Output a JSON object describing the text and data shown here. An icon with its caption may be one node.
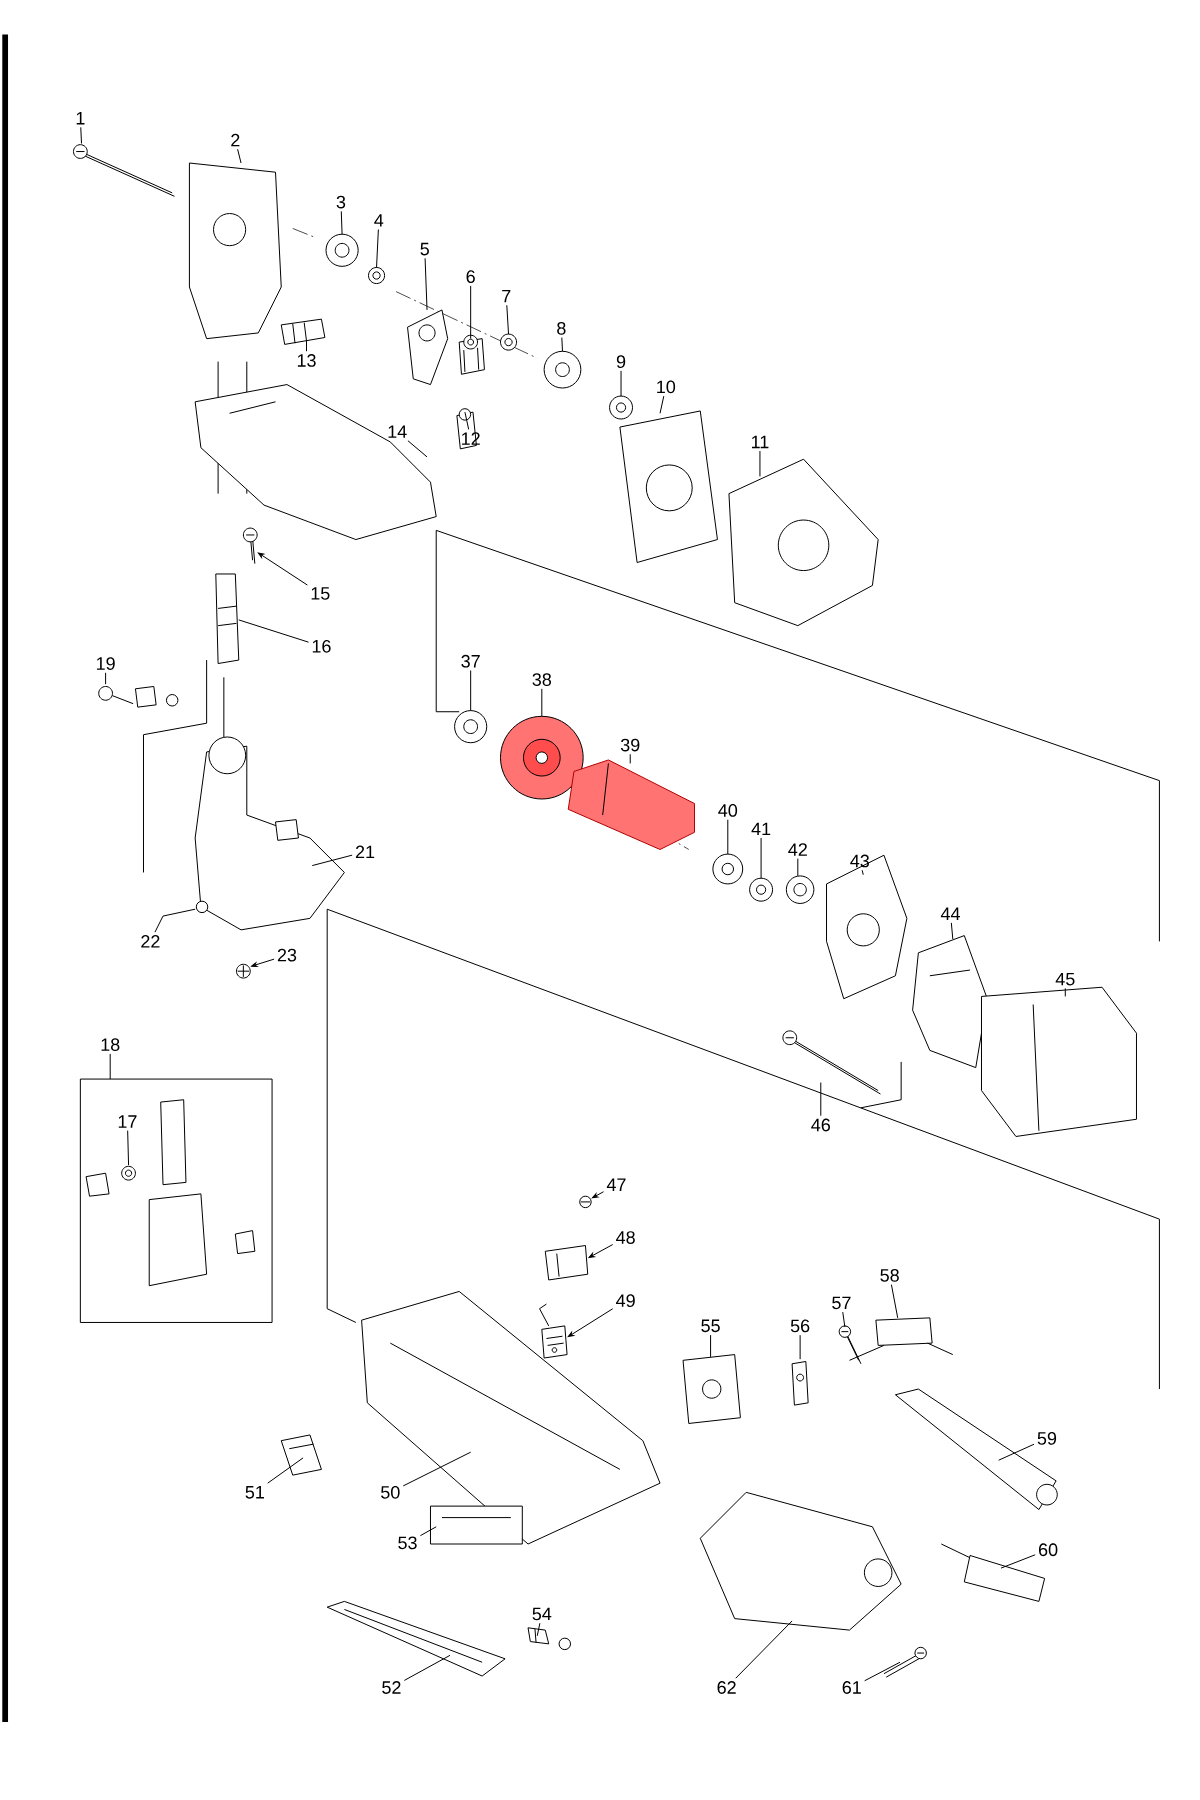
{
  "diagram": {
    "nodes": [
      {
        "text": [
          "1"
        ]
      },
      {
        "text": [
          "2"
        ]
      },
      {
        "text": [
          "3"
        ]
      },
      {
        "text": [
          "4"
        ]
      },
      {
        "text": [
          "5"
        ]
      },
      {
        "text": [
          "6"
        ]
      },
      {
        "text": [
          "7"
        ]
      },
      {
        "text": [
          "8"
        ]
      },
      {
        "text": [
          "9"
        ]
      },
      {
        "text": [
          "10"
        ]
      },
      {
        "text": [
          "11"
        ]
      },
      {
        "text": [
          "12"
        ]
      },
      {
        "text": [
          "13"
        ]
      },
      {
        "text": [
          "14"
        ]
      },
      {
        "text": [
          "15"
        ]
      },
      {
        "text": [
          "16"
        ]
      },
      {
        "text": [
          "17"
        ],
        "in": 95
      },
      {
        "text": [
          "18"
        ]
      },
      {
        "text": [
          "19"
        ]
      },
      {
        "text": [
          "21"
        ]
      },
      {
        "text": [
          "22"
        ]
      },
      {
        "text": [
          "23"
        ]
      },
      {
        "text": [
          "37"
        ]
      },
      {
        "text": [
          "38"
        ]
      },
      {
        "text": [
          "39"
        ]
      },
      {
        "text": [
          "40"
        ]
      },
      {
        "text": [
          "41"
        ]
      },
      {
        "text": [
          "42"
        ]
      },
      {
        "text": [
          "43"
        ]
      },
      {
        "text": [
          "44"
        ]
      },
      {
        "text": [
          "45"
        ]
      },
      {
        "text": [
          "46"
        ]
      },
      {
        "text": [
          "47"
        ]
      },
      {
        "text": [
          "48"
        ]
      },
      {
        "text": [
          "49"
        ]
      },
      {
        "text": [
          "50"
        ]
      },
      {
        "text": [
          "51"
        ]
      },
      {
        "text": [
          "52"
        ]
      },
      {
        "text": [
          "53"
        ]
      },
      {
        "text": [
          "54"
        ]
      },
      {
        "text": [
          "55"
        ]
      },
      {
        "text": [
          "56"
        ]
      },
      {
        "text": [
          "57"
        ]
      },
      {
        "text": [
          "58"
        ]
      },
      {
        "text": [
          "59"
        ]
      },
      {
        "text": [
          "60"
        ]
      },
      {
        "text": [
          "61"
        ]
      },
      {
        "text": [
          "62"
        ]
      },
      {
        "text": [],
        "shape": "picture"
      },
      {
        "text": [],
        "shape": "picture"
      },
      {
        "text": [],
        "shape": "picture"
      },
      {
        "text": [],
        "shape": "picture"
      },
      {
        "text": [],
        "shape": "picture"
      },
      {
        "text": [],
        "shape": "picture"
      },
      {
        "text": [],
        "shape": "picture"
      },
      {
        "text": [],
        "shape": "picture"
      },
      {
        "text": [],
        "shape": "picture"
      },
      {
        "text": [],
        "shape": "picture"
      },
      {
        "text": [],
        "shape": "picture"
      },
      {
        "text": [],
        "shape": "picture"
      },
      {
        "text": [],
        "shape": "picture"
      },
      {
        "text": [],
        "shape": "picture"
      },
      {
        "text": [],
        "shape": "picture"
      },
      {
        "text": [],
        "shape": "picture"
      },
      {
        "text": [],
        "shape": "picture",
        "in": 95
      },
      {
        "text": [],
        "shape": "picture"
      },
      {
        "text": [],
        "shape": "picture"
      },
      {
        "text": [],
        "shape": "picture"
      },
      {
        "text": [],
        "shape": "picture"
      },
      {
        "text": [],
        "shape": "picture"
      },
      {
        "text": [],
        "shape": "picture"
      },
      {
        "text": [],
        "shape": "picture"
      },
      {
        "text": [],
        "shape": "picture"
      },
      {
        "text": [],
        "shape": "picture"
      },
      {
        "text": [],
        "shape": "picture"
      },
      {
        "text": [],
        "shape": "picture"
      },
      {
        "text": [],
        "shape": "picture"
      },
      {
        "text": [],
        "shape": "picture"
      },
      {
        "text": [],
        "shape": "picture"
      },
      {
        "text": [],
        "shape": "picture"
      },
      {
        "text": [],
        "shape": "picture"
      },
      {
        "text": [],
        "shape": "picture"
      },
      {
        "text": [],
        "shape": "picture"
      },
      {
        "text": [],
        "shape": "picture"
      },
      {
        "text": [],
        "shape": "picture"
      },
      {
        "text": [],
        "shape": "picture"
      },
      {
        "text": [],
        "shape": "picture"
      },
      {
        "text": [],
        "shape": "picture"
      },
      {
        "text": [],
        "shape": "picture"
      },
      {
        "text": [],
        "shape": "picture"
      },
      {
        "text": [],
        "shape": "picture"
      },
      {
        "text": [],
        "shape": "picture"
      },
      {
        "text": [],
        "shape": "picture"
      },
      {
        "text": [],
        "shape": "picture"
      },
      {
        "text": [],
        "shape": "picture"
      },
      {
        "text": [],
        "shape": "picture"
      }
    ],
    "edges": [
      {
        "from": 0,
        "to": 48,
        "arrow": "none"
      },
      {
        "from": 1,
        "to": 49,
        "arrow": "none"
      },
      {
        "from": 2,
        "to": 50,
        "arrow": "none"
      },
      {
        "from": 3,
        "to": 51,
        "arrow": "none"
      },
      {
        "from": 4,
        "to": 52,
        "arrow": "none"
      },
      {
        "from": 5,
        "to": 53,
        "arrow": "none"
      },
      {
        "from": 6,
        "to": 54,
        "arrow": "none"
      },
      {
        "from": 7,
        "to": 55,
        "arrow": "none"
      },
      {
        "from": 8,
        "to": 56,
        "arrow": "none"
      },
      {
        "from": 9,
        "to": 57,
        "arrow": "none"
      },
      {
        "from": 10,
        "to": 58,
        "arrow": "none"
      },
      {
        "from": 11,
        "to": 59,
        "arrow": "none"
      },
      {
        "from": 12,
        "to": 60,
        "arrow": "none"
      },
      {
        "from": 13,
        "to": 61,
        "arrow": "none"
      },
      {
        "from": 14,
        "to": 62,
        "arrow": "to"
      },
      {
        "from": 15,
        "to": 63,
        "arrow": "none"
      },
      {
        "from": 16,
        "to": 64,
        "arrow": "none"
      },
      {
        "from": 17,
        "to": 95,
        "arrow": "none"
      },
      {
        "from": 18,
        "to": 65,
        "arrow": "none"
      },
      {
        "from": 19,
        "to": 66,
        "arrow": "none"
      },
      {
        "from": 20,
        "to": 67,
        "arrow": "none"
      },
      {
        "from": 21,
        "to": 68,
        "arrow": "to"
      },
      {
        "from": 22,
        "to": 69,
        "arrow": "none"
      },
      {
        "from": 23,
        "to": 70,
        "arrow": "none"
      },
      {
        "from": 24,
        "to": 71,
        "arrow": "none"
      },
      {
        "from": 25,
        "to": 72,
        "arrow": "none"
      },
      {
        "from": 26,
        "to": 73,
        "arrow": "none"
      },
      {
        "from": 27,
        "to": 74,
        "arrow": "none"
      },
      {
        "from": 28,
        "to": 75,
        "arrow": "none"
      },
      {
        "from": 29,
        "to": 76,
        "arrow": "none"
      },
      {
        "from": 30,
        "to": 77,
        "arrow": "none"
      },
      {
        "from": 31,
        "to": 78,
        "arrow": "none"
      },
      {
        "from": 32,
        "to": 79,
        "arrow": "to"
      },
      {
        "from": 33,
        "to": 80,
        "arrow": "to"
      },
      {
        "from": 34,
        "to": 81,
        "arrow": "to"
      },
      {
        "from": 35,
        "to": 82,
        "arrow": "none"
      },
      {
        "from": 36,
        "to": 83,
        "arrow": "none"
      },
      {
        "from": 37,
        "to": 84,
        "arrow": "none"
      },
      {
        "from": 38,
        "to": 85,
        "arrow": "none"
      },
      {
        "from": 39,
        "to": 86,
        "arrow": "none"
      },
      {
        "from": 40,
        "to": 87,
        "arrow": "none"
      },
      {
        "from": 41,
        "to": 88,
        "arrow": "none"
      },
      {
        "from": 42,
        "to": 89,
        "arrow": "none"
      },
      {
        "from": 43,
        "to": 90,
        "arrow": "none"
      },
      {
        "from": 44,
        "to": 91,
        "arrow": "none"
      },
      {
        "from": 45,
        "to": 92,
        "arrow": "none"
      },
      {
        "from": 46,
        "to": 93,
        "arrow": "none"
      },
      {
        "from": 47,
        "to": 94,
        "arrow": "none"
      }
    ]
  }
}
